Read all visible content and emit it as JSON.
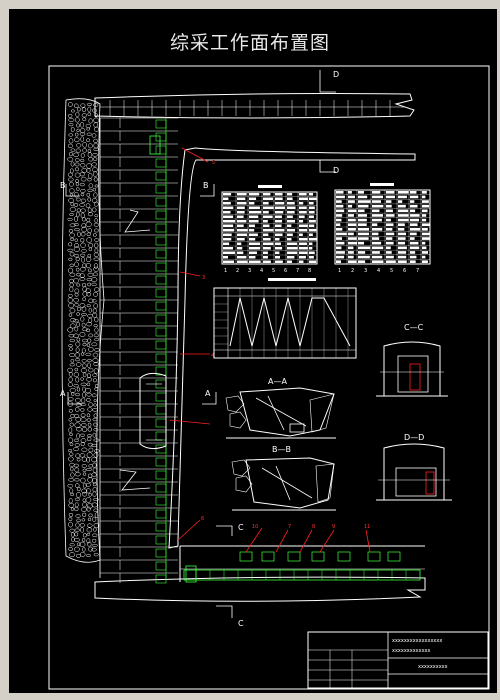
{
  "drawing": {
    "title": "综采工作面布置图",
    "background": "#000000",
    "line_color": "#ffffff",
    "support_color": "#3cff3c",
    "callout_color": "#ff2020",
    "section_marks": {
      "b_left": "B",
      "b_right": "B",
      "d_top": "D",
      "d_bottom": "D",
      "c_top": "C",
      "c_bottom": "C",
      "a_left": "A",
      "a_right": "A"
    },
    "callouts": [
      "5",
      "3",
      "4",
      "6",
      "10",
      "7",
      "8",
      "9",
      "11"
    ],
    "sections": {
      "a_a": "A—A",
      "b_b": "B—B",
      "c_c": "C—C",
      "d_d": "D—D"
    },
    "tables": {
      "left_footer": [
        "1",
        "2",
        "3",
        "4",
        "5",
        "6",
        "7",
        "8"
      ],
      "right_footer": [
        "1",
        "2",
        "3",
        "4",
        "5",
        "6",
        "7"
      ]
    },
    "title_block": {
      "line1": "xxxxxxxxxxxxxxxxx",
      "line2": "xxxxxxxxxxxxx",
      "drawing_name": "xxxxxxxxxx"
    }
  }
}
